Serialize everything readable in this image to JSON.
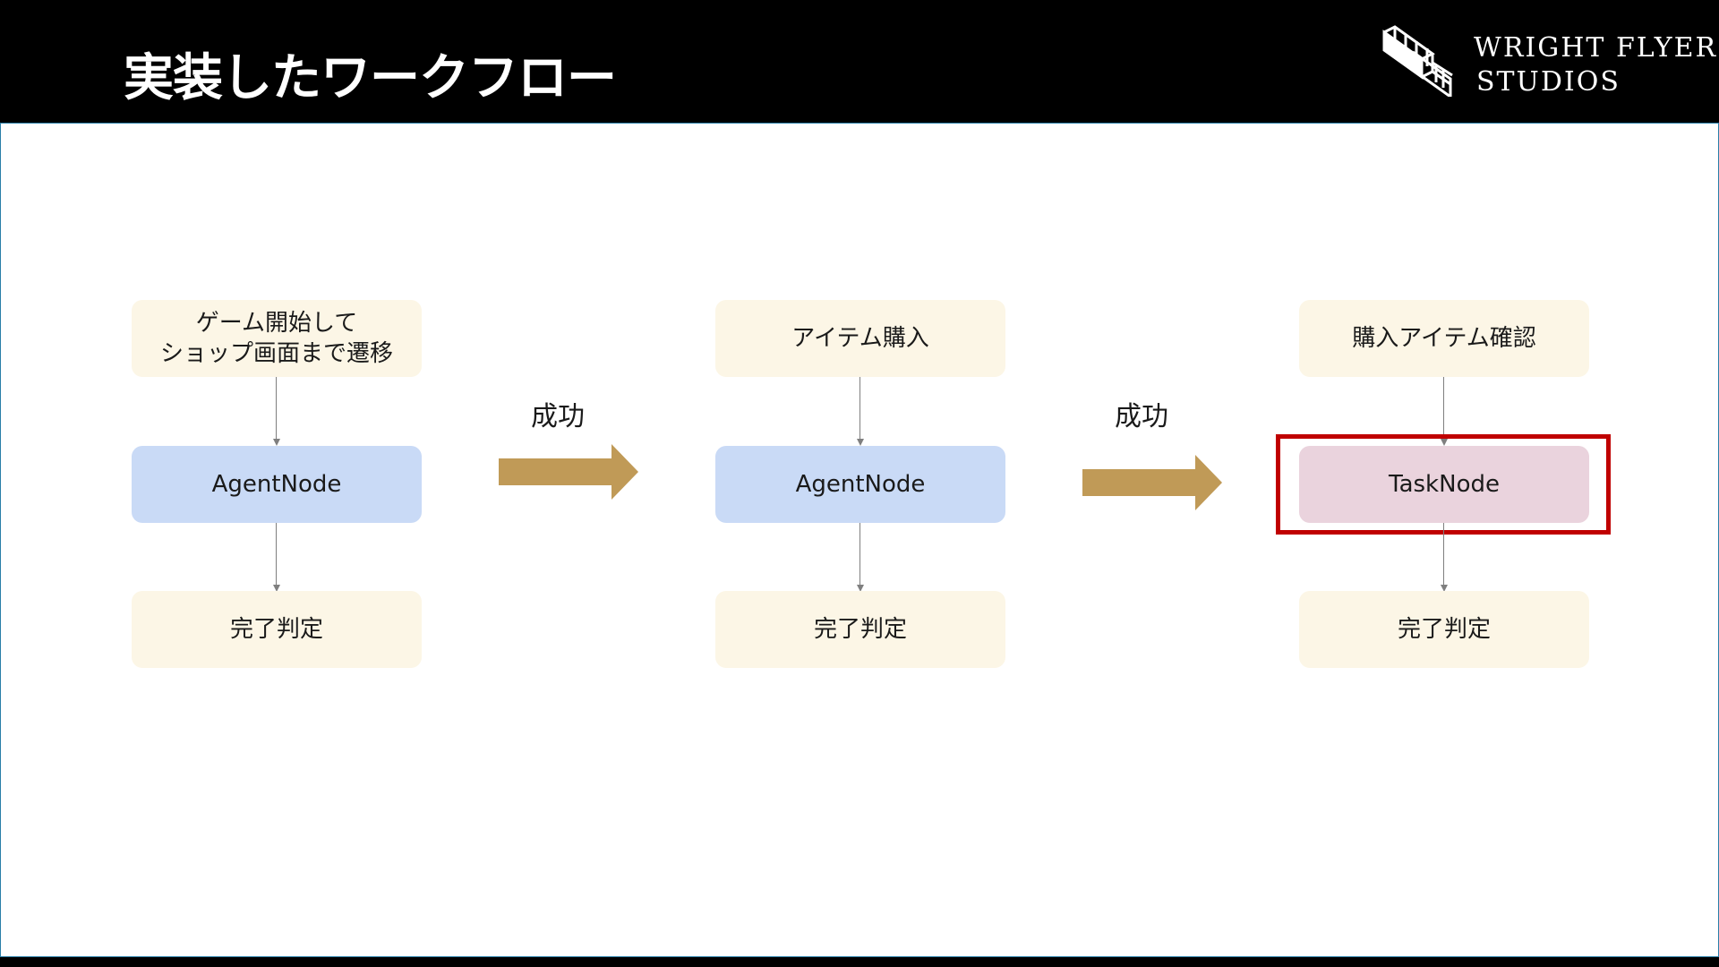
{
  "header": {
    "title": "実装したワークフロー",
    "logo": {
      "line1": "WRIGHT FLYER",
      "line2": "STUDIOS"
    }
  },
  "workflow": {
    "columns": [
      {
        "top": "ゲーム開始して\nショップ画面まで遷移",
        "middle": "AgentNode",
        "bottom": "完了判定"
      },
      {
        "top": "アイテム購入",
        "middle": "AgentNode",
        "bottom": "完了判定"
      },
      {
        "top": "購入アイテム確認",
        "middle": "TaskNode",
        "bottom": "完了判定"
      }
    ],
    "transitions": [
      "成功",
      "成功"
    ],
    "highlighted_node": "TaskNode"
  },
  "colors": {
    "header_bg": "#000000",
    "cream_node": "#fcf6e6",
    "agent_node": "#c9daf6",
    "task_node": "#ead3dd",
    "flow_arrow": "#c09a57",
    "highlight": "#c00000",
    "connector": "#7f7f7f"
  }
}
